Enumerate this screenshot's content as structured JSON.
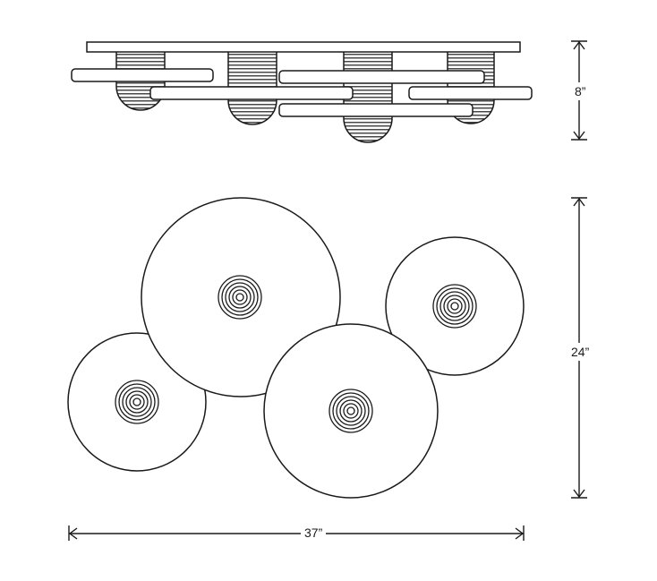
{
  "dimensions": {
    "side_height": "8”",
    "top_height": "24”",
    "overall_width": "37”"
  },
  "colors": {
    "stroke": "#1a1a1a",
    "background": "#ffffff"
  },
  "views": [
    "side-elevation",
    "top-plan"
  ]
}
